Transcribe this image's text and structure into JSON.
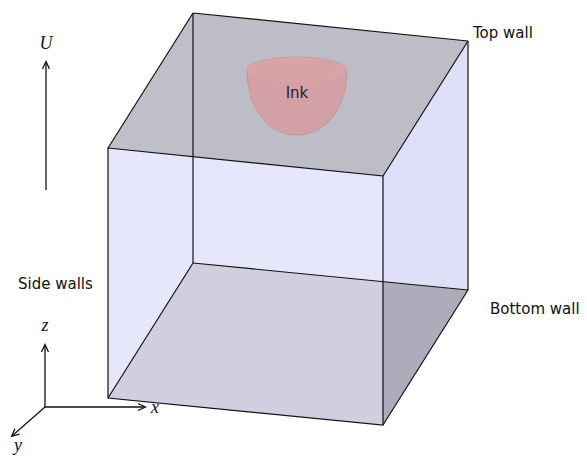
{
  "diagram": {
    "nodes": [
      {
        "text": [
          "Ink"
        ]
      }
    ],
    "labels": [
      "U",
      "Top wall",
      "Side walls",
      "Bottom wall",
      "z",
      "x",
      "y"
    ]
  }
}
